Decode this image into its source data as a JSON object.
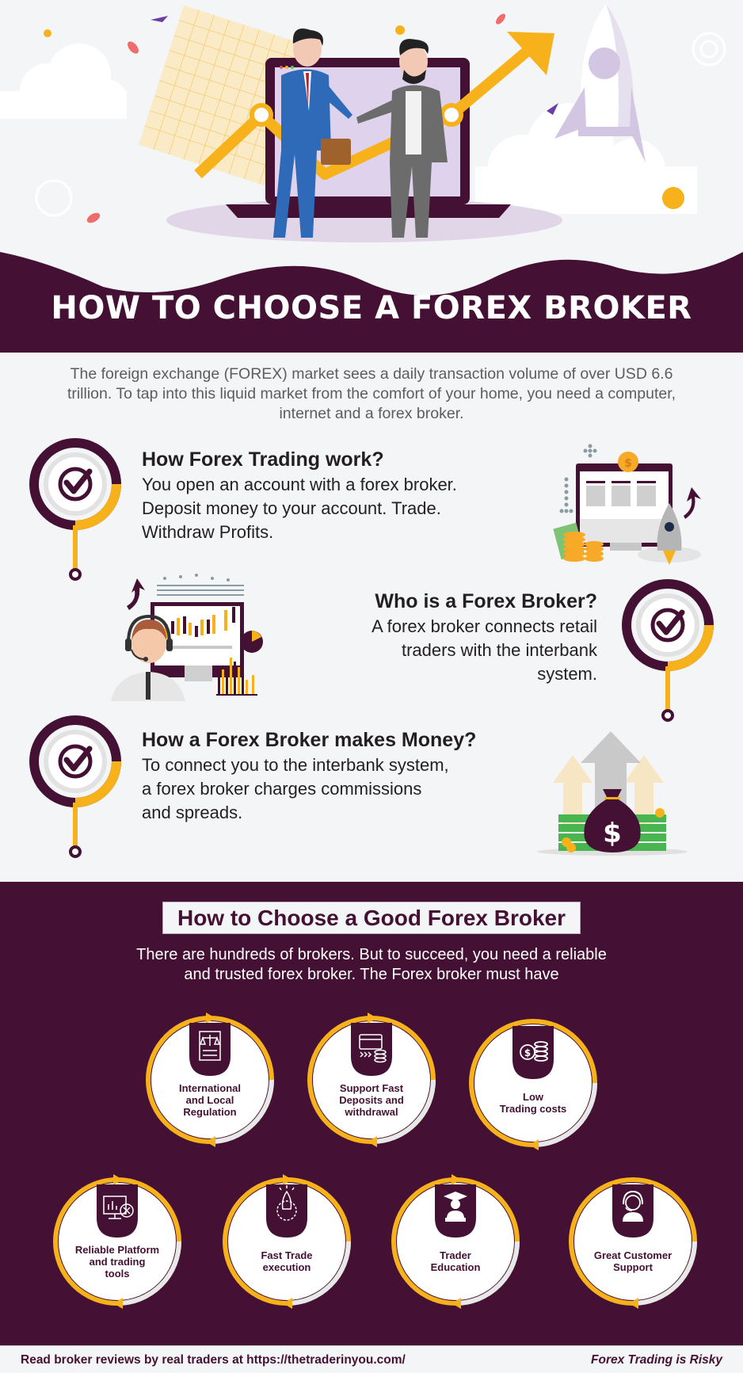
{
  "hero": {
    "title": "HOW TO CHOOSE A FOREX BROKER",
    "illustration": "two businessmen shaking hands in front of laptop with rising chart arrow and rocket"
  },
  "intro": {
    "text": "The foreign exchange (FOREX) market sees a daily transaction volume of over USD 6.6 trillion. To tap into this liquid market from the comfort of your home, you need a computer, internet and a forex broker."
  },
  "steps": [
    {
      "title": "How Forex Trading work?",
      "lines": [
        "You open an account with a forex broker.",
        "Deposit money to your account. Trade.",
        "Withdraw Profits."
      ],
      "illustration": "computer-coins-rocket"
    },
    {
      "title": "Who is a Forex Broker?",
      "lines": [
        "A forex broker connects retail",
        "traders with the interbank",
        "system."
      ],
      "illustration": "support-agent-chart"
    },
    {
      "title": "How a Forex Broker makes Money?",
      "lines": [
        "To connect you to the interbank system,",
        "a forex broker charges commissions",
        "and spreads."
      ],
      "illustration": "money-bag-arrows"
    }
  ],
  "section2": {
    "title": "How to Choose a Good Forex Broker",
    "intro_lines": [
      "There are hundreds of brokers. But to succeed, you need a reliable",
      "and trusted forex broker. The Forex broker must have"
    ],
    "features": [
      {
        "lines": [
          "International",
          "and Local",
          "Regulation"
        ],
        "icon": "regulation-document-icon"
      },
      {
        "lines": [
          "Support Fast",
          "Deposits and",
          "withdrawal"
        ],
        "icon": "card-coins-icon"
      },
      {
        "lines": [
          "Low",
          "Trading costs"
        ],
        "icon": "dollar-coins-icon"
      },
      {
        "lines": [
          "Reliable Platform",
          "and trading",
          "tools"
        ],
        "icon": "monitor-tools-icon"
      },
      {
        "lines": [
          "Fast Trade",
          "execution"
        ],
        "icon": "rocket-gear-icon"
      },
      {
        "lines": [
          "Trader",
          "Education"
        ],
        "icon": "graduate-icon"
      },
      {
        "lines": [
          "Great Customer",
          "Support"
        ],
        "icon": "headset-agent-icon"
      }
    ]
  },
  "footer": {
    "left": "Read broker reviews by real traders at https://thetraderinyou.com/",
    "right": "Forex Trading is Risky"
  },
  "colors": {
    "primary": "#441033",
    "accent": "#f7b21b",
    "background": "#f4f5f7",
    "text": "#231f20"
  }
}
